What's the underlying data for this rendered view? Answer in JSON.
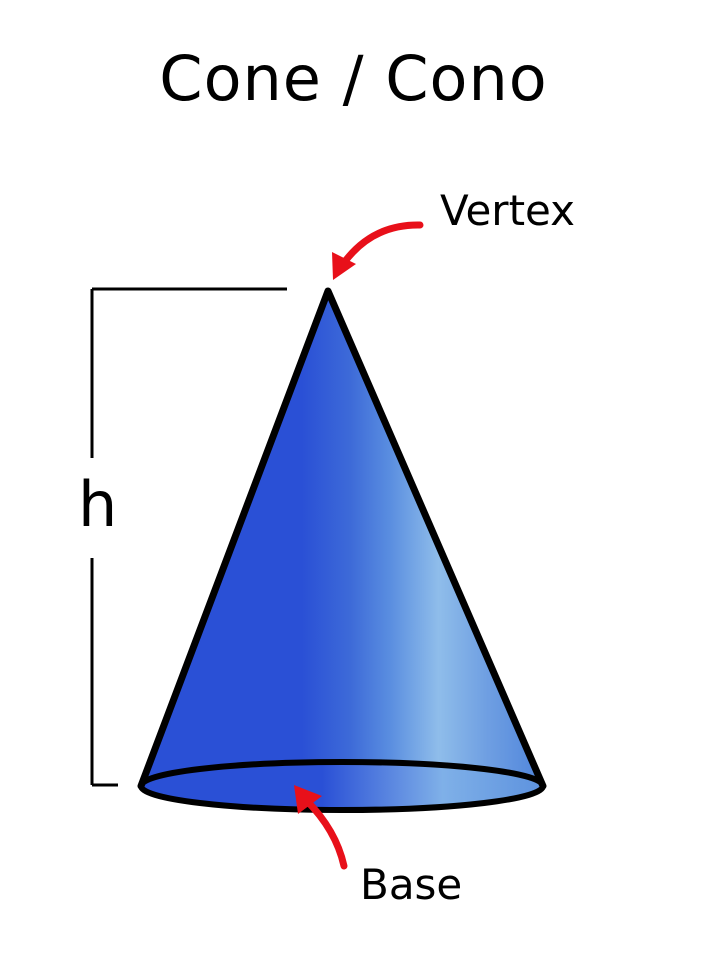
{
  "title": "Cone / Cono",
  "labels": {
    "vertex": "Vertex",
    "base": "Base",
    "height": "h"
  },
  "colors": {
    "cone_dark": "#2a50d6",
    "cone_light": "#8fbdea",
    "outline": "#000000",
    "arrow": "#e8101a"
  }
}
